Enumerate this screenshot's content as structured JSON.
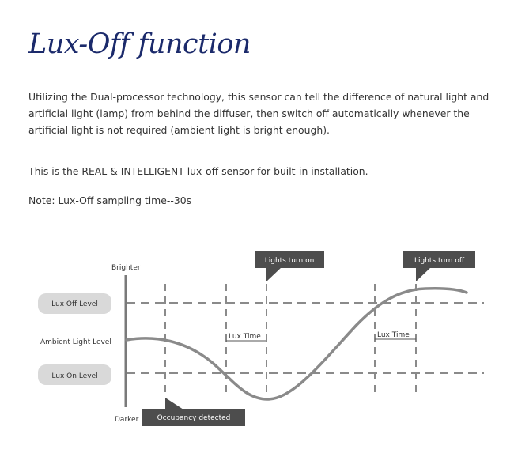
{
  "title": "Lux-Off function",
  "description": "Utilizing the Dual-processor technology, this sensor can tell the difference of natural light and artificial light (lamp) from behind the diffuser, then switch off automatically whenever the artificial light is not required (ambient light is bright enough).",
  "tagline": "This is the REAL & INTELLIGENT lux-off sensor for built-in installation.",
  "note": "Note:  Lux-Off sampling time--30s",
  "diagram": {
    "brighter_label": "Brighter",
    "darker_label": "Darker",
    "lux_off_level": "Lux Off Level",
    "ambient_level": "Ambient Light Level",
    "lux_on_level": "Lux On Level",
    "lux_time_1": "Lux Time",
    "lux_time_2": "Lux Time",
    "callout_lights_on": "Lights turn on",
    "callout_lights_off": "Lights turn off",
    "callout_occupancy": "Occupancy detected",
    "colors": {
      "curve": "#8a8a8a",
      "callout": "#4d4d4d",
      "pill": "#d9d9d9",
      "title": "#1b2a6b"
    }
  }
}
